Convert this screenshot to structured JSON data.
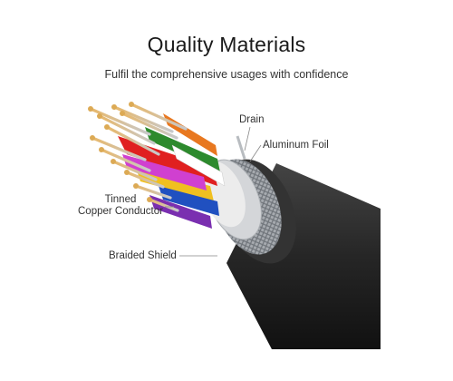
{
  "header": {
    "title": "Quality Materials",
    "subtitle": "Fulfil the comprehensive usages with confidence"
  },
  "callouts": {
    "drain": "Drain",
    "aluminum_foil": "Aluminum Foil",
    "tinned_line1": "Tinned",
    "tinned_line2": "Copper Conductor",
    "braided_shield": "Braided Shield"
  },
  "colors": {
    "jacket": "#2b2b2b",
    "braid": "#9aa0a6",
    "foil": "#c9ccd0",
    "copper_tip": "#d9a35a",
    "wire_insulation": [
      "#e02020",
      "#2d8a2d",
      "#f0c020",
      "#2050c0",
      "#d040d0",
      "#ffffff",
      "#e87820",
      "#7a2fb0"
    ]
  }
}
